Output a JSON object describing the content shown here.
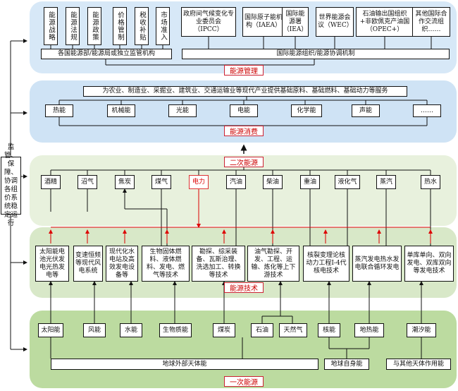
{
  "side_label": "监管、保障、协调各组价系统稳定运行",
  "management": {
    "label": "能源管理",
    "domestic": [
      "能源战略",
      "能源法规",
      "能源政策",
      "价格管制",
      "税收补贴",
      "市场准入"
    ],
    "domestic_base": "各国能源部/能源局或独立监管机构",
    "international": [
      "政府间气候变化专业委员会（IPCC）",
      "国际原子能机构（IAEA）",
      "国际能源署（IEA）",
      "世界能源会议（WEC）",
      "石油输出国组织+非欧佩克产油国（OPEC+）",
      "其他国际合作交流组织……"
    ],
    "international_base": "国际能源组织/能源协调机制"
  },
  "consumption": {
    "label": "能源消费",
    "service_text": "为农业、制造业、采掘业、建筑业、交通运输业等现代产业提供基础原料、基础燃料、基础动力等服务",
    "forms": [
      "热能",
      "机械能",
      "光能",
      "电能",
      "化学能",
      "声能",
      "……"
    ]
  },
  "secondary": {
    "label": "二次能源",
    "items": [
      "酒精",
      "沼气",
      "焦炭",
      "煤气",
      "电力",
      "汽油",
      "柴油",
      "重油",
      "液化气",
      "蒸汽",
      "热水"
    ],
    "highlight": "电力"
  },
  "technology": {
    "label": "能源技术",
    "items": [
      "太阳能电池光伏发电光热发电等",
      "变速恒频等现代风电系统",
      "现代化水电站及高效发电设备等",
      "生物固体燃料、液体燃料、发电、燃气等技术",
      "勘探、综采装备、瓦斯治理、洗选加工、转换等技术",
      "油气勘探、开发、工程、运输、炼化等上下游技术",
      "核裂变理论核动力工程Ⅰ-4代核电技术",
      "蒸汽发电热水发电联合循环发电",
      "单库单向、双向发电、双库双向等发电技术"
    ]
  },
  "primary": {
    "label": "一次能源",
    "items": [
      "太阳能",
      "风能",
      "水能",
      "生物质能",
      "煤炭",
      "石油",
      "天然气",
      "核能",
      "地热能",
      "潮汐能"
    ],
    "groups": [
      "地球外部天体能",
      "地球自身能",
      "与其他天体作用能"
    ]
  },
  "colors": {
    "management_band": "#d7e8f7",
    "consumption_band": "#cfe3f5",
    "secondary_band": "#e8f1dd",
    "technology_band": "#d8e8c8",
    "primary_band": "#bcdba0",
    "accent": "#cc0000"
  }
}
